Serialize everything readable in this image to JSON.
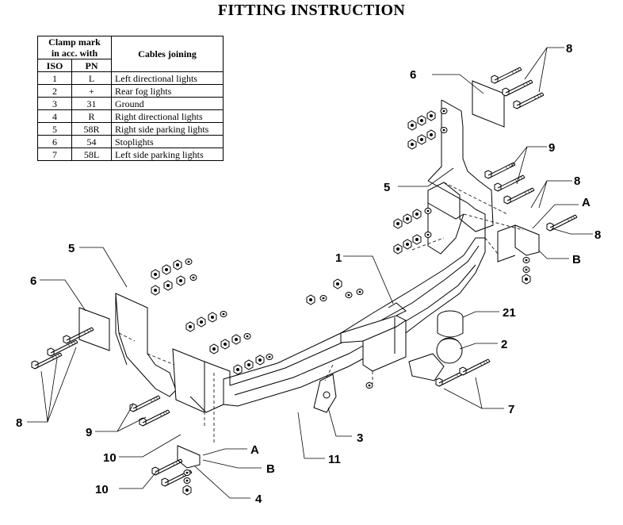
{
  "title": "FITTING INSTRUCTION",
  "legend": {
    "header_mark": [
      "Clamp mark",
      "in acc. with"
    ],
    "header_cables": "Cables joining",
    "col_iso": "ISO",
    "col_pn": "PN",
    "rows": [
      {
        "iso": "1",
        "pn": "L",
        "desc": "Left directional lights"
      },
      {
        "iso": "2",
        "pn": "+",
        "desc": "Rear fog lights"
      },
      {
        "iso": "3",
        "pn": "31",
        "desc": "Ground"
      },
      {
        "iso": "4",
        "pn": "R",
        "desc": "Right directional lights"
      },
      {
        "iso": "5",
        "pn": "58R",
        "desc": "Right side parking lights"
      },
      {
        "iso": "6",
        "pn": "54",
        "desc": "Stoplights"
      },
      {
        "iso": "7",
        "pn": "58L",
        "desc": "Left side parking lights"
      }
    ]
  },
  "callouts": {
    "c8_top": "8",
    "c6_top": "6",
    "c9_top": "9",
    "c5_right": "5",
    "c8_mid": "8",
    "cA_right": "A",
    "c8_right": "8",
    "cB_right": "B",
    "c5_left": "5",
    "c1": "1",
    "c6_left": "6",
    "c21": "21",
    "c2": "2",
    "c7": "7",
    "c8_left": "8",
    "c9_left": "9",
    "c3": "3",
    "c10_a": "10",
    "cA_left": "A",
    "cB_left": "B",
    "c11": "11",
    "c10_b": "10",
    "c4": "4"
  }
}
